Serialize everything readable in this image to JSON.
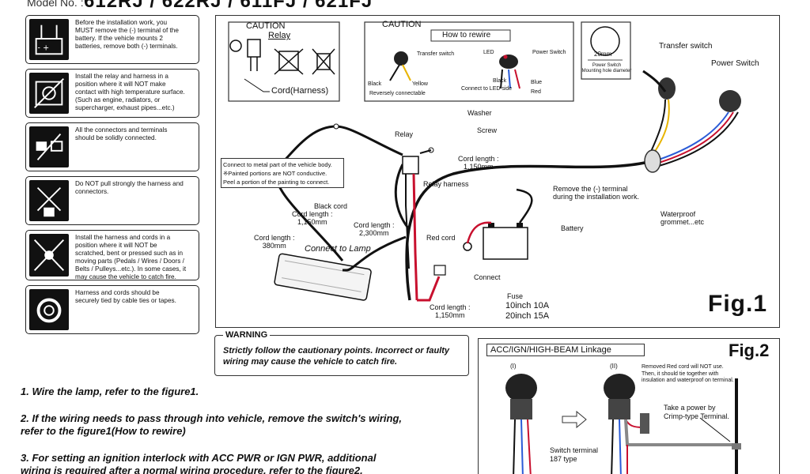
{
  "header": {
    "model_label": "Model No. :",
    "model_value": "612RJ / 622RJ / 611FJ / 621FJ"
  },
  "cautions": [
    {
      "text": "Before the installation work, you\nMUST remove the (-) terminal of the\nbattery. If the vehicle mounts 2\nbatteries, remove both (-) terminals."
    },
    {
      "text": "Install the relay and harness in a\nposition where it will NOT make\ncontact with high temperature surface.\n(Such as engine, radiators, or\nsupercharger, exhaust pipes...etc.)"
    },
    {
      "text": "All the connectors and terminals\nshould be solidly connected."
    },
    {
      "text": "Do NOT pull strongly the harness and\nconnectors."
    },
    {
      "text": "Install the harness and cords in a\nposition where it will NOT be\nscratched, bent or pressed such as in\nmoving parts (Pedals / Wires / Doors /\nBelts / Pulleys...etc.). In some cases, it\nmay cause the vehicle to catch fire."
    },
    {
      "text": "Harness and cords should be\nsecurely tied by cable ties or tapes."
    }
  ],
  "fig1": {
    "title": "Fig.1",
    "caution1_title": "CAUTION",
    "relay_label": "Relay",
    "cord_harness_label": "Cord(Harness)",
    "caution2_title": "CAUTION",
    "how_to_rewire": "How to rewire",
    "transfer_switch_small": "Transfer switch",
    "black_small": "Black",
    "yellow_small": "Yellow",
    "reversely": "Reversely connectable",
    "led_small": "LED",
    "power_switch_small": "Power Switch",
    "black2_small": "Black",
    "blue_small": "Blue",
    "connect_led": "Connect to LED side",
    "red_small": "Red",
    "hole_size": "20mm",
    "hole_caption": "Power Switch\nMounting hole diameter",
    "transfer_switch": "Transfer switch",
    "power_switch": "Power Switch",
    "washer": "Washer",
    "screw": "Screw",
    "relay": "Relay",
    "metal_note": "Connect to metal part of the vehicle body.\n※Painted portions are NOT conductive.\n Peel a portion of the painting to connect.",
    "cord_length_top": "Cord length :\n1,150mm",
    "relay_harness": "Relay harness",
    "remove_terminal": "Remove the (-) terminal\nduring the installation work.",
    "black_cord": "Black cord",
    "cord_length_black": "Cord length :\n1,150mm",
    "cord_length_2300": "Cord length :\n2,300mm",
    "cord_length_380": "Cord length :\n380mm",
    "connect_to_lamp": "Connect to Lamp",
    "red_cord": "Red cord",
    "battery": "Battery",
    "connect": "Connect",
    "waterproof": "Waterproof\ngrommet...etc",
    "fuse": "Fuse",
    "fuse_10": "10inch 10A",
    "fuse_20": "20inch 15A",
    "cord_length_bottom": "Cord length :\n1,150mm"
  },
  "warning": {
    "title": "WARNING",
    "text": "Strictly follow the cautionary points. Incorrect or faulty\nwiring may cause the vehicle to catch fire."
  },
  "steps": [
    "1. Wire the lamp, refer to the figure1.",
    "2. If the wiring needs to pass through into vehicle, remove the switch's wiring,\n    refer to  the figure1(How to rewire)",
    "3. For setting an ignition interlock with ACC PWR or IGN PWR, additional\n    wiring is required after a normal wiring procedure, refer to the figure2."
  ],
  "fig2": {
    "title": "Fig.2",
    "linkage": "ACC/IGN/HIGH-BEAM Linkage",
    "step_i": "(I)",
    "step_ii": "(II)",
    "removed_note": "Removed Red cord will NOT use.\nThen, it should tie together with\ninsulation and waterproof on terminal.",
    "power_note": "Take a power by\nCrimp-type Terminal.",
    "switch_terminal": "Switch terminal\n187 type"
  },
  "colors": {
    "wire_red": "#c8102e",
    "wire_blue": "#2a5bd7",
    "wire_yellow": "#e8b400",
    "wire_black": "#111111"
  }
}
